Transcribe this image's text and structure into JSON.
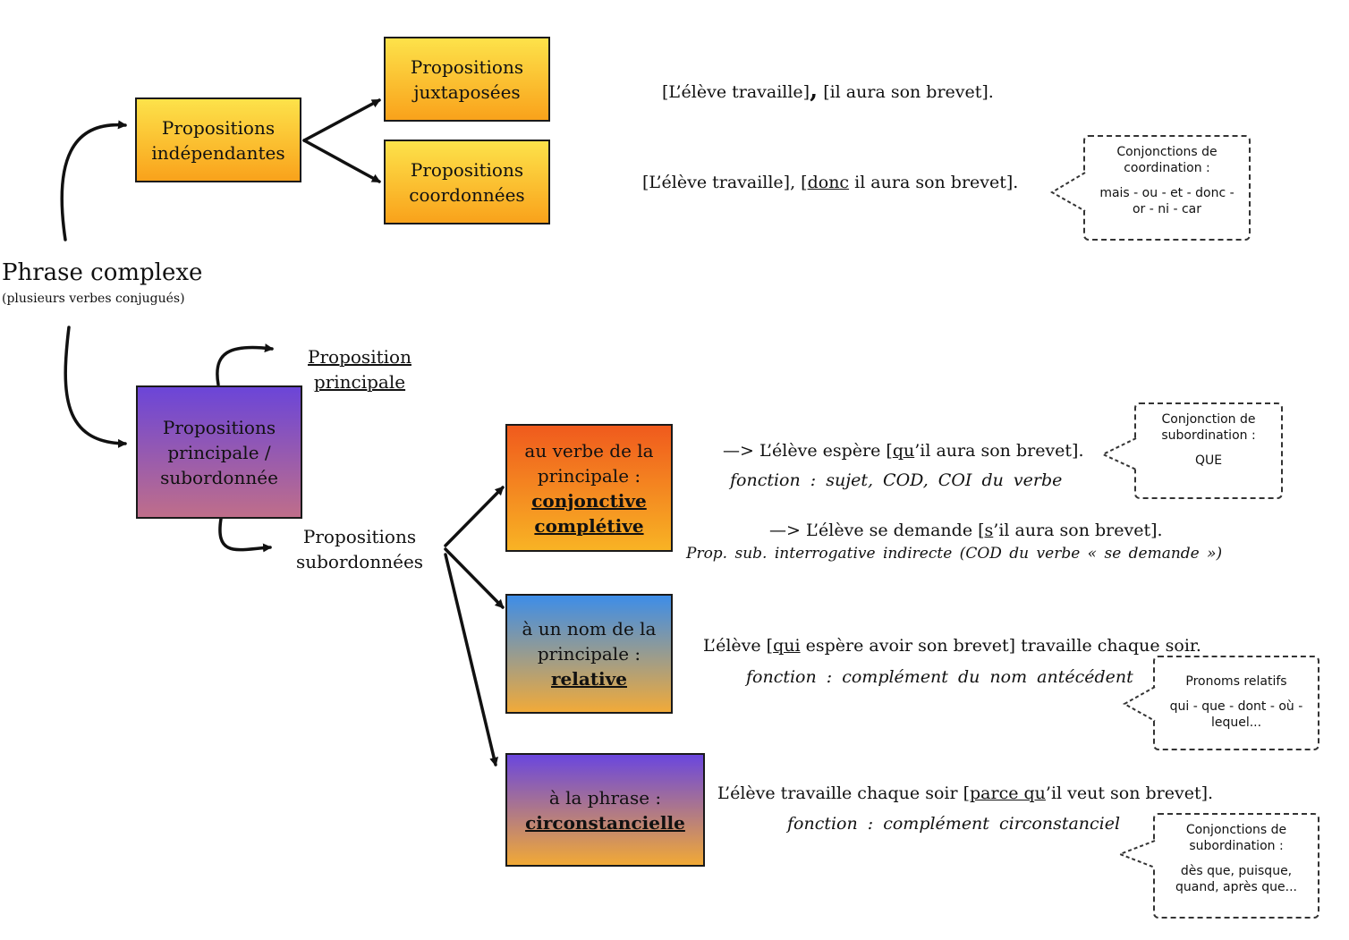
{
  "root": {
    "title": "Phrase complexe",
    "subtitle": "(plusieurs verbes conjugués)"
  },
  "boxes": {
    "independantes": "Propositions indépendantes",
    "juxtaposees": "Propositions juxtaposées",
    "coordonnees": "Propositions coordonnées",
    "principale_sub": "Propositions principale / subordonnée",
    "completive": {
      "line1": "au verbe de la principale :",
      "bold": "conjonctive complétive"
    },
    "relative": {
      "line1": "à un nom de la principale :",
      "bold": "relative"
    },
    "circonstancielle": {
      "line1": "à la phrase :",
      "bold": "circonstancielle"
    }
  },
  "labels": {
    "principale": "Proposition principale",
    "subordonnees": "Propositions subordonnées"
  },
  "examples": {
    "juxt": {
      "a": "[L’élève travaille]",
      "comma": ",",
      "b": " [il aura son brevet]."
    },
    "coord": {
      "a": "[L’élève travaille], [",
      "u": "donc",
      "b": " il aura son brevet]."
    },
    "compl1": {
      "a": "—> L’élève espère [",
      "u": "qu",
      "b": "’il aura son brevet]."
    },
    "compl1_fn": "fonction : sujet, COD, COI du verbe",
    "compl2": {
      "a": "—> L’élève se demande [",
      "u": "s",
      "b": "’il aura son brevet]."
    },
    "compl2_fn": "Prop. sub. interrogative indirecte (COD du verbe « se demande »)",
    "rel": {
      "a": "L’élève [",
      "u": "qui",
      "b": " espère avoir son brevet] travaille  chaque soir."
    },
    "rel_fn": "fonction : complément du nom antécédent",
    "circ": {
      "a": "L’élève travaille  chaque soir [",
      "u": "parce qu",
      "b": "’il veut son brevet]."
    },
    "circ_fn": "fonction : complément circonstanciel"
  },
  "callouts": {
    "coordination": {
      "title": "Conjonctions de coordination :",
      "body": "mais - ou - et - donc - or - ni - car"
    },
    "que": {
      "title": "Conjonction de subordination :",
      "body": "QUE"
    },
    "pronoms": {
      "title": "Pronoms relatifs",
      "body": "qui - que - dont - où - lequel..."
    },
    "subordination": {
      "title": "Conjonctions de subordination :",
      "body": "dès que, puisque, quand, après que..."
    }
  }
}
